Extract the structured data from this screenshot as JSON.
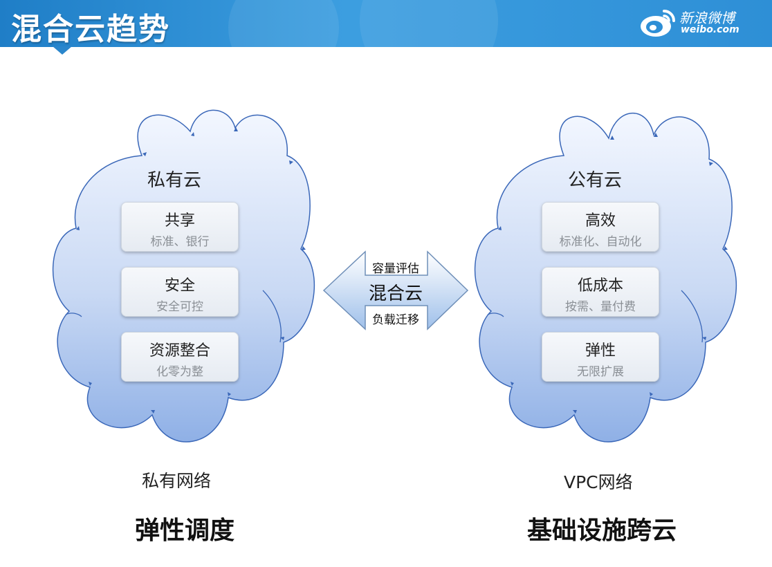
{
  "header": {
    "title": "混合云趋势"
  },
  "logo": {
    "cn": "新浪微博",
    "en": "weibo.com"
  },
  "private_cloud": {
    "title": "私有云",
    "cards": [
      {
        "main": "共享",
        "sub": "标准、银行"
      },
      {
        "main": "安全",
        "sub": "安全可控"
      },
      {
        "main": "资源整合",
        "sub": "化零为整"
      }
    ],
    "network_label": "私有网络",
    "bottom_label": "弹性调度"
  },
  "public_cloud": {
    "title": "公有云",
    "cards": [
      {
        "main": "高效",
        "sub": "标准化、自动化"
      },
      {
        "main": "低成本",
        "sub": "按需、量付费"
      },
      {
        "main": "弹性",
        "sub": "无限扩展"
      }
    ],
    "network_label": "VPC网络",
    "bottom_label": "基础设施跨云"
  },
  "hybrid": {
    "top": "容量评估",
    "center": "混合云",
    "bottom": "负载迁移"
  },
  "colors": {
    "header": "#2e8fd6",
    "cloud_fill_top": "#eef4ff",
    "cloud_fill_bottom": "#8fb0e6",
    "cloud_stroke": "#3a67b8"
  }
}
